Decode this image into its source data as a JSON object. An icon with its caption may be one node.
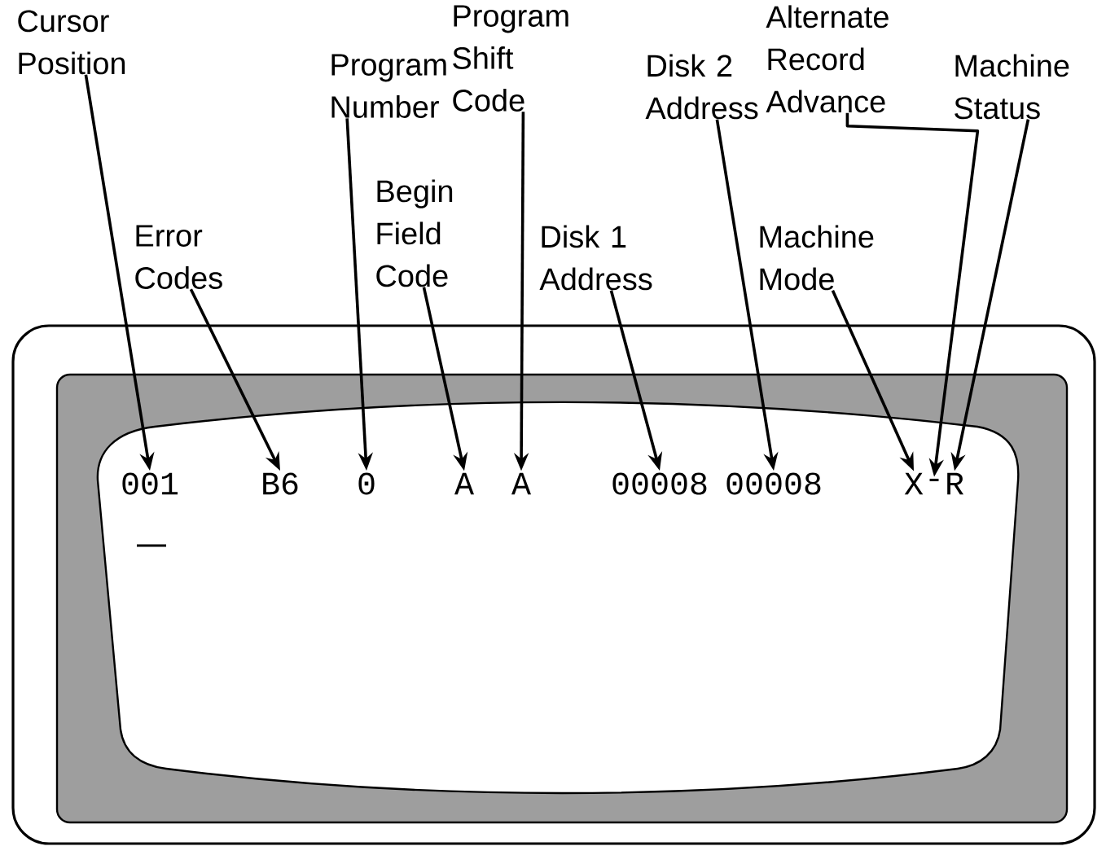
{
  "diagram": {
    "nodes": [
      {
        "text": [
          "Cursor Position"
        ]
      },
      {
        "text": [
          "Error Codes"
        ]
      },
      {
        "text": [
          "Program Number"
        ]
      },
      {
        "text": [
          "Begin Field Code"
        ]
      },
      {
        "text": [
          "Program Shift Code"
        ]
      },
      {
        "text": [
          "Disk 1 Address"
        ]
      },
      {
        "text": [
          "Disk 2 Address"
        ]
      },
      {
        "text": [
          "Machine Mode"
        ]
      },
      {
        "text": [
          "Alternate Record Advance"
        ]
      },
      {
        "text": [
          "Machine Status"
        ]
      },
      {
        "text": [
          "001"
        ]
      },
      {
        "text": [
          "B6"
        ]
      },
      {
        "text": [
          "0"
        ]
      },
      {
        "text": [
          "A"
        ]
      },
      {
        "text": [
          "A"
        ]
      },
      {
        "text": [
          "00008"
        ]
      },
      {
        "text": [
          "00008"
        ]
      },
      {
        "text": [
          "X"
        ]
      },
      {
        "text": [
          "-"
        ]
      },
      {
        "text": [
          "R"
        ]
      }
    ],
    "edges": [
      {
        "from": 0,
        "to": 10,
        "arrow": "to"
      },
      {
        "from": 1,
        "to": 11,
        "arrow": "to"
      },
      {
        "from": 2,
        "to": 12,
        "arrow": "to"
      },
      {
        "from": 3,
        "to": 13,
        "arrow": "to"
      },
      {
        "from": 4,
        "to": 14,
        "arrow": "to"
      },
      {
        "from": 5,
        "to": 15,
        "arrow": "to"
      },
      {
        "from": 6,
        "to": 16,
        "arrow": "to"
      },
      {
        "from": 7,
        "to": 17,
        "arrow": "to"
      },
      {
        "from": 8,
        "to": 18,
        "arrow": "to"
      },
      {
        "from": 9,
        "to": 19,
        "arrow": "to"
      }
    ]
  }
}
